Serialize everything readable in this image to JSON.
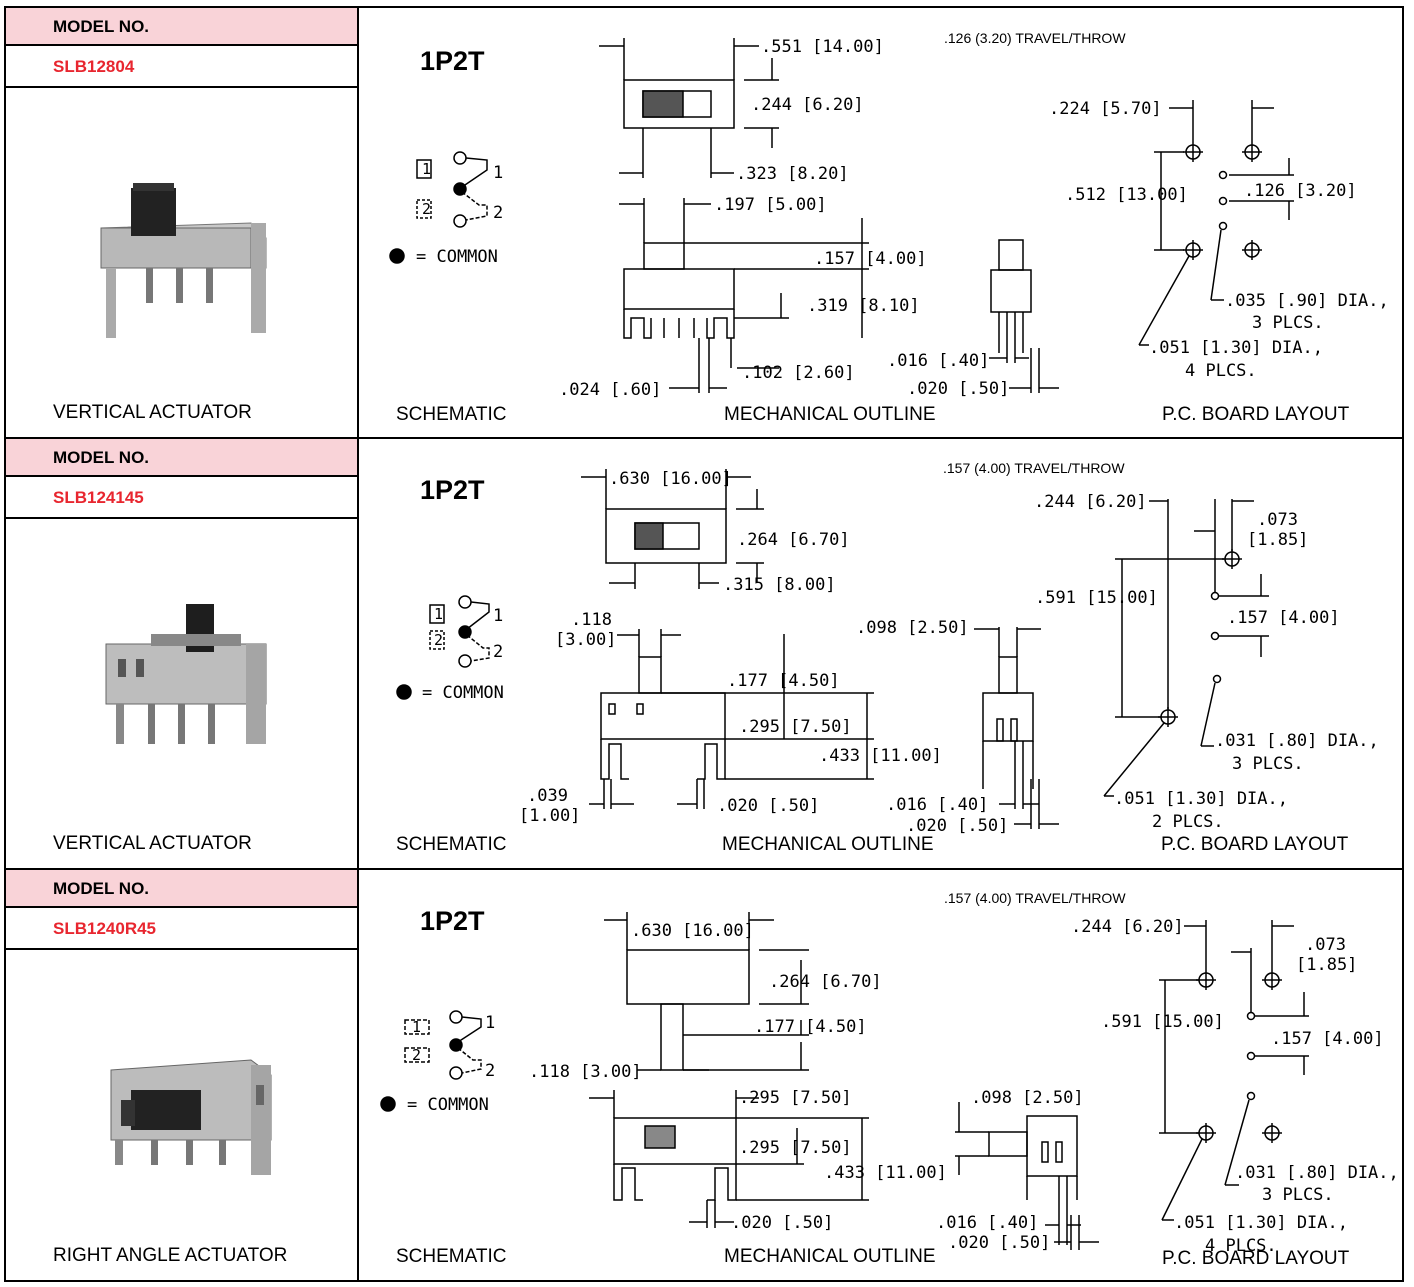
{
  "rows": [
    {
      "model_label": "MODEL NO.",
      "model_no": "SLB12804",
      "actuator": "VERTICAL ACTUATOR",
      "pole": "1P2T",
      "travel": ".126 (3.20) TRAVEL/THROW",
      "schematic_label": "SCHEMATIC",
      "outline_label": "MECHANICAL OUTLINE",
      "pcb_label": "P.C. BOARD LAYOUT",
      "common": "= COMMON",
      "pin1": "1",
      "pin2": "2",
      "dims": {
        "width": ".551 [14.00]",
        "height": ".244 [6.20]",
        "slot": ".323 [8.20]",
        "knob": ".197 [5.00]",
        "knob_h": ".157 [4.00]",
        "body_h": ".319 [8.10]",
        "pin_w": ".024 [.60]",
        "pin_pitch": ".102 [2.60]",
        "side_a": ".016 [.40]",
        "side_b": ".020 [.50]",
        "pcb_a": ".224 [5.70]",
        "pcb_b": ".512 [13.00]",
        "pcb_c": ".126 [3.20]",
        "pcb_d1": ".035 [.90] DIA.,",
        "pcb_d1b": "3 PLCS.",
        "pcb_d2": ".051 [1.30] DIA.,",
        "pcb_d2b": "4 PLCS."
      }
    },
    {
      "model_label": "MODEL NO.",
      "model_no": "SLB124145",
      "actuator": "VERTICAL ACTUATOR",
      "pole": "1P2T",
      "travel": ".157 (4.00) TRAVEL/THROW",
      "schematic_label": "SCHEMATIC",
      "outline_label": "MECHANICAL OUTLINE",
      "pcb_label": "P.C. BOARD LAYOUT",
      "common": "= COMMON",
      "pin1": "1",
      "pin2": "2",
      "dims": {
        "width": ".630 [16.00]",
        "height": ".264 [6.70]",
        "slot": ".315 [8.00]",
        "knob_a": ".118",
        "knob_b": "[3.00]",
        "knob_h": ".177 [4.50]",
        "body_h": ".295 [7.50]",
        "total_h": ".433 [11.00]",
        "pin_a": ".039",
        "pin_b": "[1.00]",
        "pin_w": ".020 [.50]",
        "side_top": ".098 [2.50]",
        "side_a": ".016 [.40]",
        "side_b": ".020 [.50]",
        "pcb_a": ".244 [6.20]",
        "pcb_e1": ".073",
        "pcb_e2": "[1.85]",
        "pcb_b": ".591 [15.00]",
        "pcb_c": ".157 [4.00]",
        "pcb_d1": ".031 [.80] DIA.,",
        "pcb_d1b": "3 PLCS.",
        "pcb_d2": ".051 [1.30] DIA.,",
        "pcb_d2b": "2 PLCS."
      }
    },
    {
      "model_label": "MODEL NO.",
      "model_no": "SLB1240R45",
      "actuator": "RIGHT ANGLE ACTUATOR",
      "pole": "1P2T",
      "travel": ".157 (4.00) TRAVEL/THROW",
      "schematic_label": "SCHEMATIC",
      "outline_label": "MECHANICAL OUTLINE",
      "pcb_label": "P.C. BOARD LAYOUT",
      "common": "= COMMON",
      "pin1": "1",
      "pin2": "2",
      "dims": {
        "width": ".630 [16.00]",
        "height": ".264 [6.70]",
        "knob_h": ".177 [4.50]",
        "knob": ".118 [3.00]",
        "body_w": ".295 [7.50]",
        "body_h": ".295 [7.50]",
        "total_h": ".433 [11.00]",
        "pin_w": ".020 [.50]",
        "side_top": ".098 [2.50]",
        "side_a": ".016 [.40]",
        "side_b": ".020 [.50]",
        "pcb_a": ".244 [6.20]",
        "pcb_e1": ".073",
        "pcb_e2": "[1.85]",
        "pcb_b": ".591 [15.00]",
        "pcb_c": ".157 [4.00]",
        "pcb_d1": ".031 [.80] DIA.,",
        "pcb_d1b": "3 PLCS.",
        "pcb_d2": ".051 [1.30] DIA.,",
        "pcb_d2b": "4 PLCS."
      }
    }
  ]
}
